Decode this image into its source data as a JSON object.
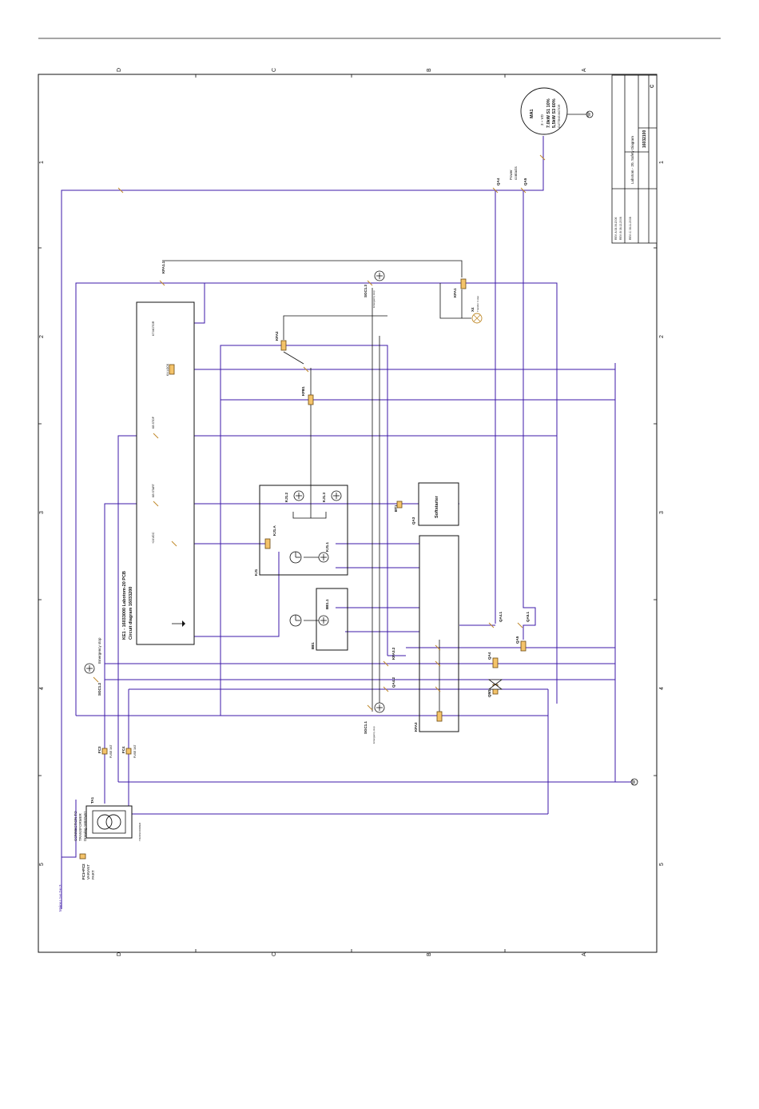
{
  "sheet": {
    "zones_top": [
      "D",
      "C",
      "B",
      "A"
    ],
    "zones_side": [
      "1",
      "2",
      "3",
      "4",
      "5"
    ]
  },
  "title_block": {
    "title": "Labotom - 20, Safety Diagram",
    "drawing_no": "16032100",
    "sheet": "C",
    "rev_1": "REV. A  08.06.2006",
    "rev_2": "REV. B  08.12.2006",
    "rev_3": "REV. C  08.11.2008"
  },
  "motor": {
    "tag": "MA1",
    "line1": "3 ~   VD",
    "line2": "7.0kW S1 10%",
    "line3": "5,5kW S3 60%",
    "line4": "CUTTING MOTOR"
  },
  "power_contacts": {
    "label": "Power",
    "label2": "contacts",
    "qa4": "QA4",
    "qa5": "QA5"
  },
  "pcb": {
    "tag": "KE1",
    "title": "KE1 - 16033000 Labotom-20 PCB",
    "subtitle": "Circuit diagram 16033200",
    "kt_motor": "KT MOTOR",
    "kx_lock": "KX LOCK",
    "kb_stop": "KB STOP",
    "kb_start": "KB START",
    "vdc": "+24VDC"
  },
  "relays": {
    "kfa11": "KFA1.1",
    "kfa1": "KFA1",
    "kfa2": "KFA2",
    "kfb1": "KFB1",
    "kfa3": "KFA3",
    "kj12": "KJ1.2",
    "kj13": "KJ1.3",
    "kj1a": "KJ1.A",
    "kj11": "KJ1.1",
    "kj1": "KJ1",
    "be11": "BE1.1",
    "be1": "BE1",
    "bt1": "BT1",
    "qa3": "QA3",
    "softstarter": "Softstarter",
    "qa41": "QA4.1",
    "qa51": "QA5.1",
    "qa4": "QA4",
    "qa5": "QA5",
    "qm1": "QM1",
    "kfa32": "KFA3.2",
    "qa42": "QA4.2",
    "x4": "X4",
    "x4_note": "Transfer 4 step"
  },
  "safety": {
    "sgc13": "SGC1.3",
    "sgc13_note": "Emergency stop",
    "sgc11": "SGC1.1",
    "sgc11_note": "Emergency stop",
    "sgc12": "SGC1.2",
    "sgc12_note": "Emergency stop"
  },
  "fuses": {
    "fc3": "FC3",
    "fc3_val": "FUSE 3AT",
    "fc4": "FC4",
    "fc4_val": "FUSE 3AT",
    "fc1": "FC1+FC2",
    "fc1_note": "VARIANT",
    "fc1_note2": "PART"
  },
  "transformer": {
    "tag": "TA1",
    "note1": "CONNECTION TO",
    "note2": "TRANSFORMER",
    "note3": "Drawing 16032451",
    "label": "TRANSFORMER"
  },
  "mains": "Mains L1+L2+L3"
}
